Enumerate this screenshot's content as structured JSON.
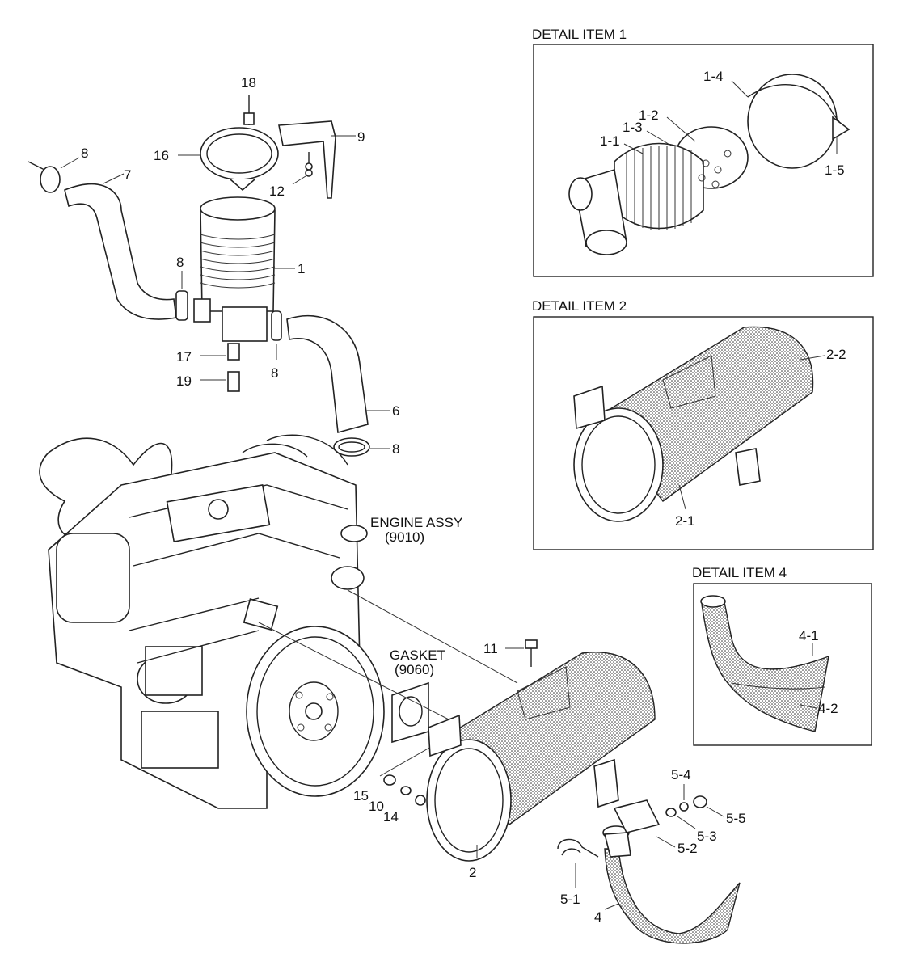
{
  "details": [
    {
      "title": "DETAIL ITEM 1",
      "labels": [
        "1-1",
        "1-2",
        "1-3",
        "1-4",
        "1-5"
      ]
    },
    {
      "title": "DETAIL ITEM 2",
      "labels": [
        "2-1",
        "2-2"
      ]
    },
    {
      "title": "DETAIL ITEM 4",
      "labels": [
        "4-1",
        "4-2"
      ]
    }
  ],
  "callouts": {
    "engine": "ENGINE ASSY",
    "engine_ref": "(9010)",
    "gasket": "GASKET",
    "gasket_ref": "(9060)"
  },
  "part_numbers": [
    "18",
    "16",
    "9",
    "8",
    "7",
    "12",
    "1",
    "8",
    "8",
    "17",
    "19",
    "6",
    "8",
    "11",
    "2",
    "15",
    "10",
    "14",
    "5-1",
    "4",
    "5-2",
    "5-3",
    "5-4",
    "5-5"
  ]
}
